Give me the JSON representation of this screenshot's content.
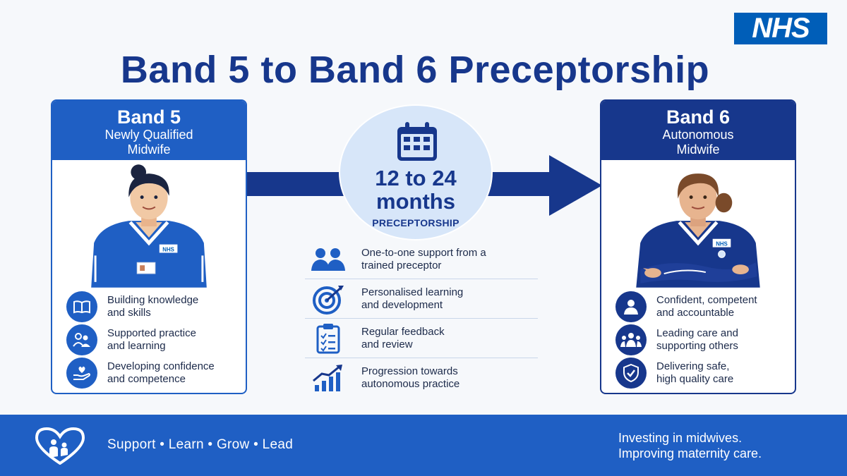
{
  "logo": {
    "text": "NHS"
  },
  "title": "Band 5 to Band 6 Preceptorship",
  "band5": {
    "band": "Band 5",
    "role_line1": "Newly Qualified",
    "role_line2": "Midwife",
    "badge": "NHS",
    "items": [
      {
        "icon": "book-icon",
        "line1": "Building knowledge",
        "line2": "and skills"
      },
      {
        "icon": "people-icon",
        "line1": "Supported practice",
        "line2": "and learning"
      },
      {
        "icon": "heart-hand-icon",
        "line1": "Developing confidence",
        "line2": "and competence"
      }
    ]
  },
  "band6": {
    "band": "Band 6",
    "role_line1": "Autonomous",
    "role_line2": "Midwife",
    "badge": "NHS",
    "items": [
      {
        "icon": "person-icon",
        "line1": "Confident, competent",
        "line2": "and accountable"
      },
      {
        "icon": "group-icon",
        "line1": "Leading care and",
        "line2": "supporting others"
      },
      {
        "icon": "shield-check-icon",
        "line1": "Delivering safe,",
        "line2": "high quality care"
      }
    ]
  },
  "duration": {
    "icon": "calendar-icon",
    "line1": "12 to 24",
    "line2": "months",
    "label": "PRECEPTORSHIP"
  },
  "benefits": [
    {
      "icon": "two-people-icon",
      "line1": "One-to-one support from a",
      "line2": "trained preceptor"
    },
    {
      "icon": "target-icon",
      "line1": "Personalised learning",
      "line2": "and development"
    },
    {
      "icon": "checklist-icon",
      "line1": "Regular feedback",
      "line2": "and review"
    },
    {
      "icon": "growth-chart-icon",
      "line1": "Progression towards",
      "line2": "autonomous practice"
    }
  ],
  "footer": {
    "icon": "heart-family-icon",
    "motto": "Support • Learn • Grow • Lead",
    "tag_line1": "Investing in midwives.",
    "tag_line2": "Improving maternity care."
  },
  "colors": {
    "nhs_blue": "#005eb8",
    "primary_blue": "#1f5fc4",
    "dark_navy": "#17378c",
    "light_blue": "#d7e6f9"
  }
}
